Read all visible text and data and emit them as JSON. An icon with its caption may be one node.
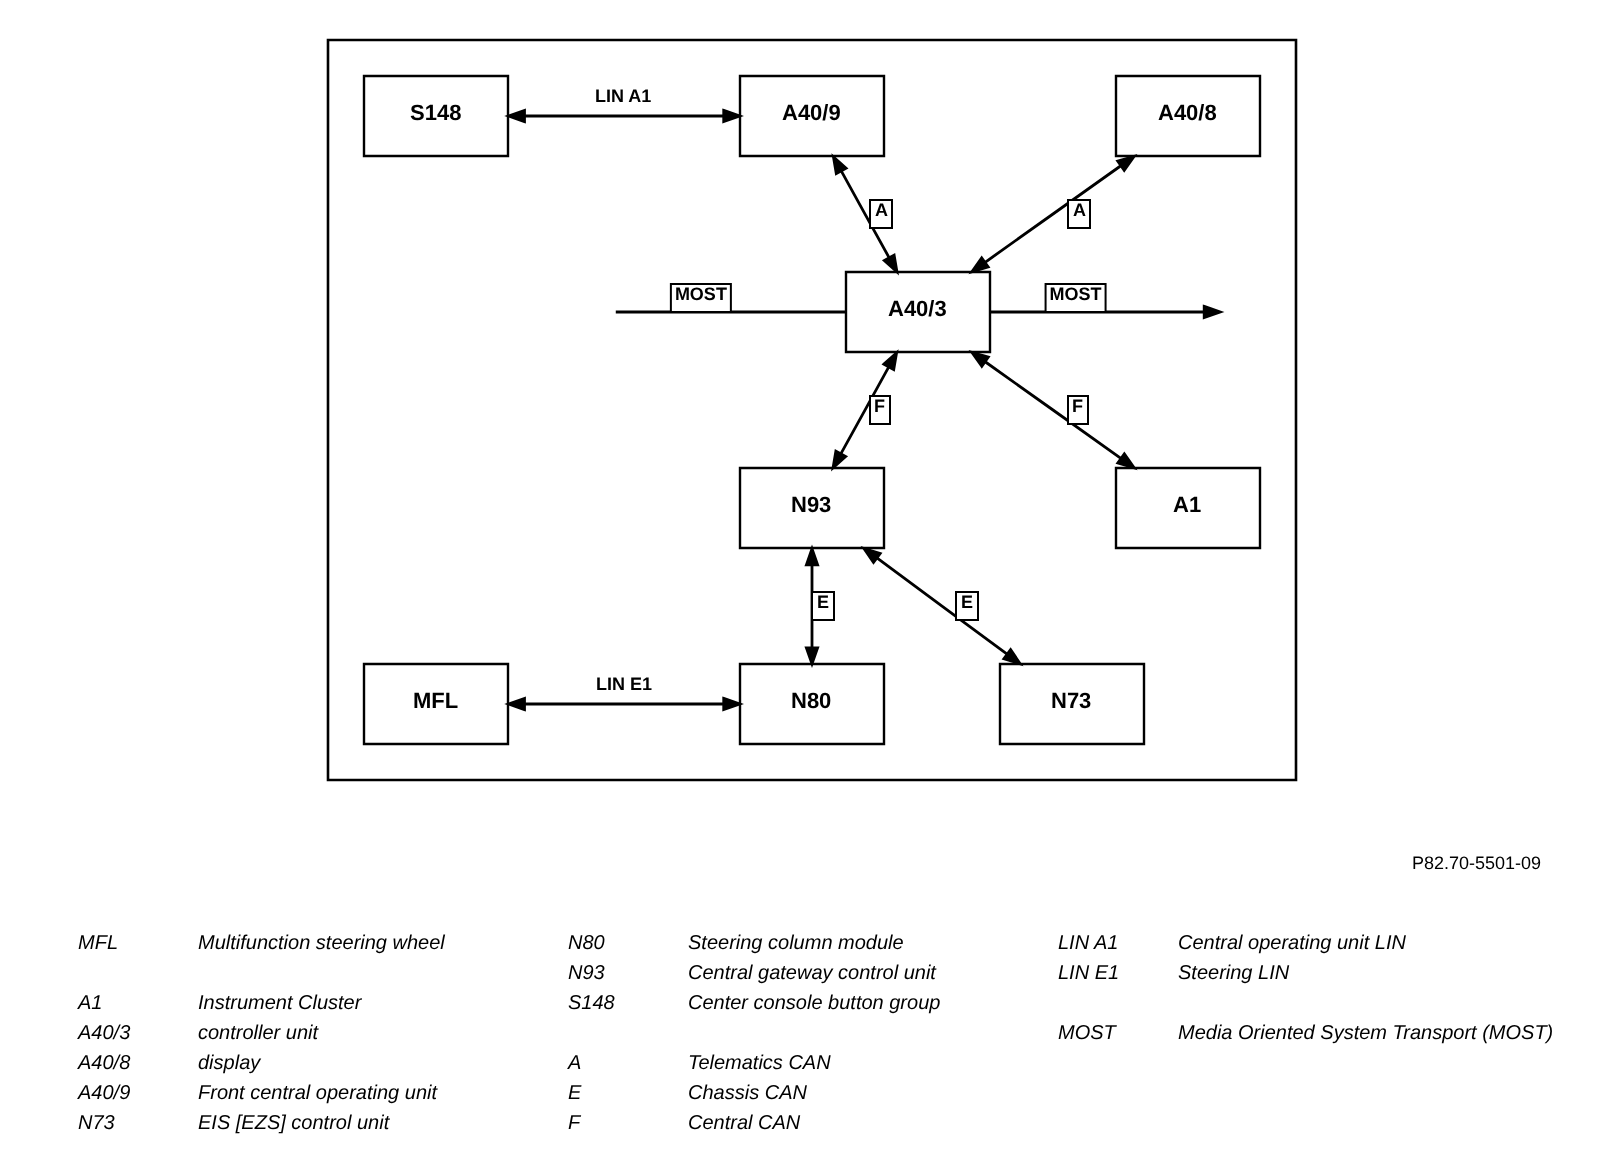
{
  "diagram": {
    "nodes": [
      {
        "text": [],
        "shape": "box"
      },
      {
        "text": [
          "S148"
        ],
        "in": 0
      },
      {
        "text": [
          "A40/9"
        ],
        "in": 0
      },
      {
        "text": [
          "A40/8"
        ],
        "in": 0
      },
      {
        "text": [
          "A40/3"
        ],
        "in": 0
      },
      {
        "text": [
          "N93"
        ],
        "in": 0
      },
      {
        "text": [
          "A1"
        ],
        "in": 0
      },
      {
        "text": [
          "MFL"
        ],
        "in": 0
      },
      {
        "text": [
          "N80"
        ],
        "in": 0
      },
      {
        "text": [
          "N73"
        ],
        "in": 0
      }
    ],
    "edges": [
      {
        "from": 1,
        "to": 2,
        "arrow": "both",
        "label": "LIN A1"
      },
      {
        "from": 2,
        "to": 4,
        "arrow": "both",
        "label": "A"
      },
      {
        "from": 3,
        "to": 4,
        "arrow": "both",
        "label": "A"
      },
      {
        "from": 4,
        "to": 5,
        "arrow": "both",
        "label": "F"
      },
      {
        "from": 4,
        "to": 6,
        "arrow": "both",
        "label": "F"
      },
      {
        "from": 5,
        "to": 8,
        "arrow": "both",
        "label": "E"
      },
      {
        "from": 5,
        "to": 9,
        "arrow": "both",
        "label": "E"
      },
      {
        "from": 7,
        "to": 8,
        "arrow": "both",
        "label": "LIN E1"
      },
      {
        "from": null,
        "to": 4,
        "arrow": "none",
        "label": "MOST"
      },
      {
        "from": 4,
        "to": null,
        "arrow": "to",
        "label": "MOST"
      }
    ],
    "labels": [
      "P82.70-5501-09",
      "MFL",
      "Multifunction steering wheel",
      "N80",
      "Steering column module",
      "LIN A1",
      "Central operating unit LIN",
      "N93",
      "Central gateway control unit",
      "LIN E1",
      "Steering LIN",
      "A1",
      "Instrument Cluster",
      "S148",
      "Center console button group",
      "A40/3",
      "controller unit",
      "MOST",
      "Media Oriented System Transport (MOST)",
      "A40/8",
      "display",
      "A",
      "Telematics CAN",
      "A40/9",
      "Front central operating unit",
      "E",
      "Chassis CAN",
      "N73",
      "EIS [EZS] control unit",
      "F",
      "Central CAN"
    ]
  }
}
